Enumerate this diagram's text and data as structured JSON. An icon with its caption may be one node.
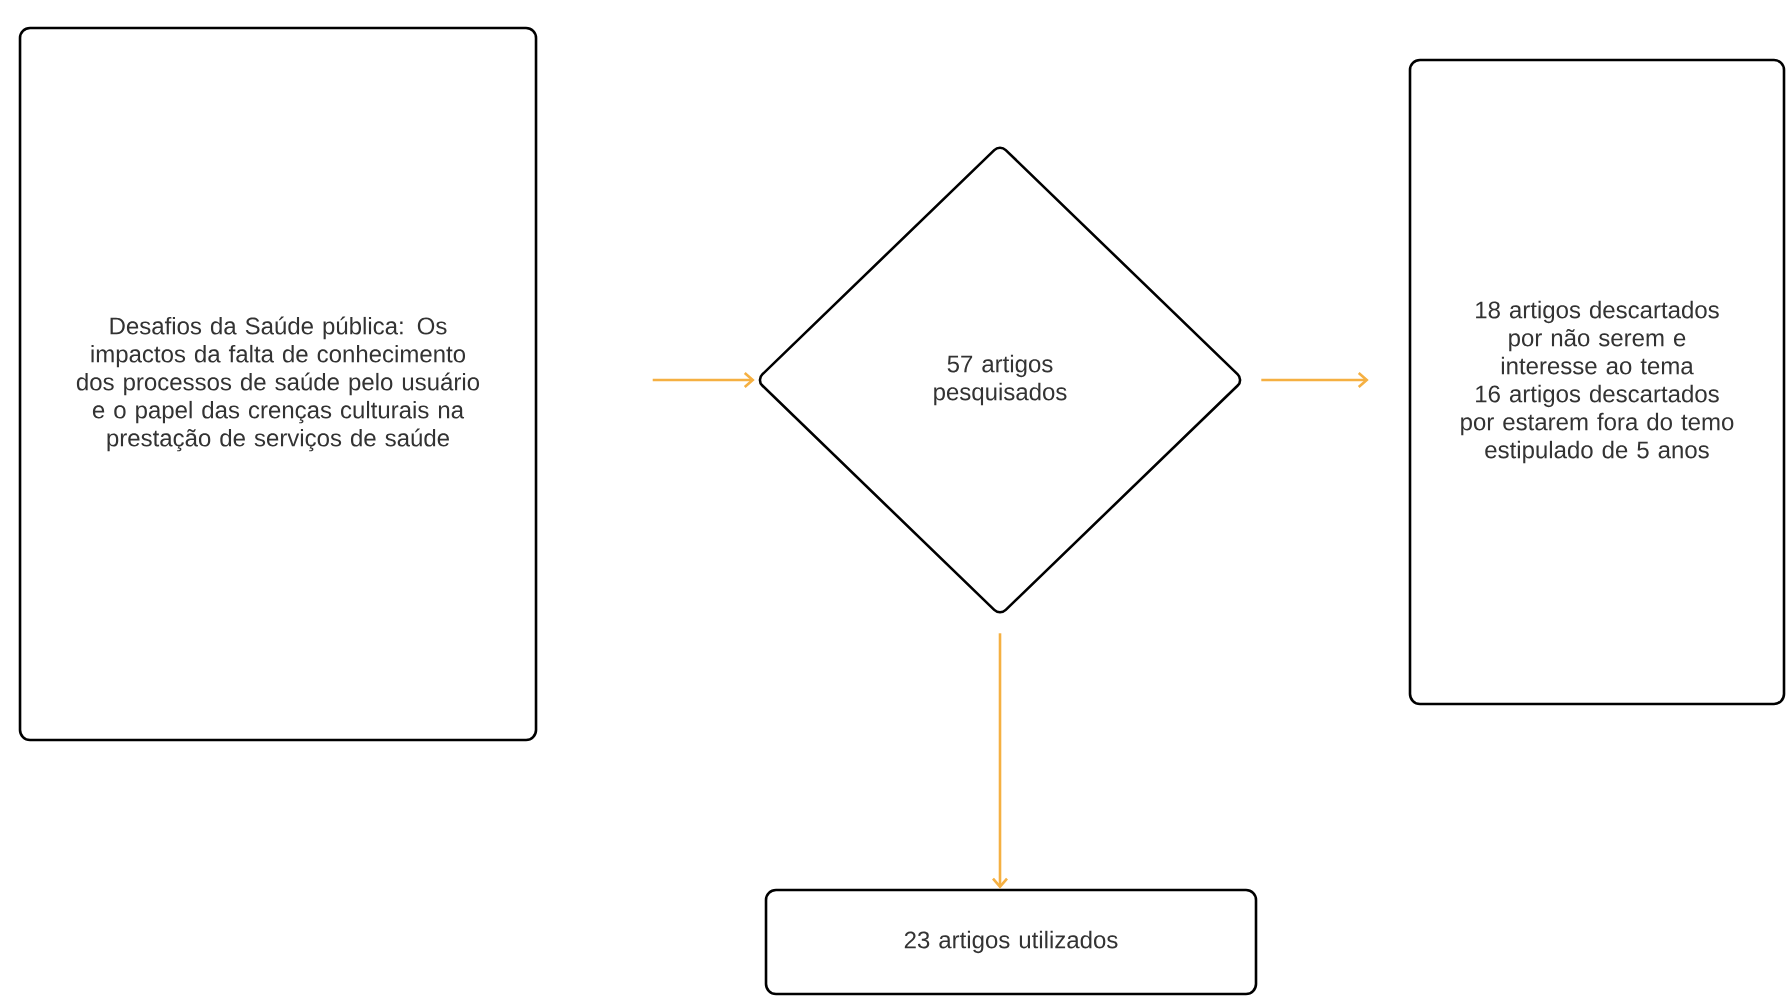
{
  "diagram": {
    "nodes": [
      {
        "text": [
          "Desafios da Saúde pública: Os impactos da falta de conhecimento dos processos de saúde pelo usuário e o papel das crenças culturais na prestação de serviços de saúde"
        ]
      },
      {
        "text": [
          "57 artigos pesquisados"
        ]
      },
      {
        "text": [
          "18 artigos descartados por não serem e interesse ao tema",
          "16 artigos descartados por estarem fora do temo estipulado de 5 anos"
        ]
      },
      {
        "text": [
          "23 artigos utilizados"
        ]
      }
    ],
    "edges": [
      {
        "from": null,
        "to": 1,
        "arrow": "to"
      },
      {
        "from": 1,
        "to": 2,
        "arrow": "to"
      },
      {
        "from": 1,
        "to": 3,
        "arrow": "to"
      }
    ]
  }
}
